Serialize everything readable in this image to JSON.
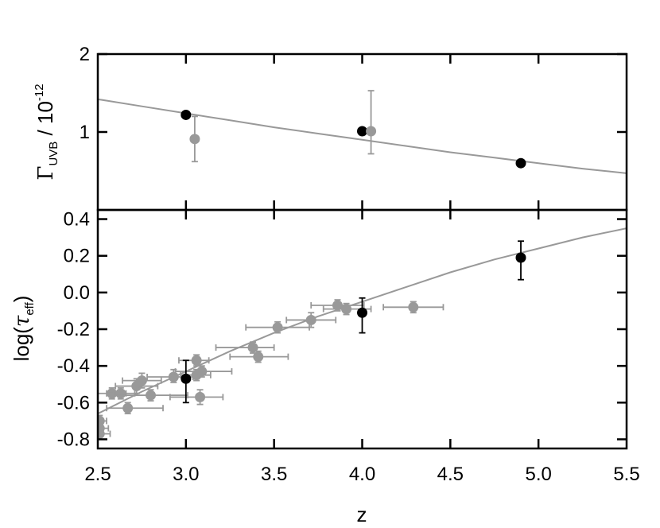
{
  "chart_data": [
    {
      "panel": "top",
      "type": "scatter",
      "ylabel": {
        "symbol": "Γ",
        "subscript": "UVB",
        "rest": " / 10",
        "exponent": "-12"
      },
      "xlim": [
        2.5,
        5.5
      ],
      "ylim": [
        0.0,
        2.0
      ],
      "y_ticks": [
        1,
        2
      ],
      "y_tick_labels": [
        "1",
        "2"
      ],
      "model_curve": {
        "color": "#999999",
        "x": [
          2.5,
          2.75,
          3.0,
          3.25,
          3.5,
          3.75,
          4.0,
          4.25,
          4.5,
          4.75,
          5.0,
          5.25,
          5.5
        ],
        "y": [
          1.42,
          1.33,
          1.24,
          1.15,
          1.06,
          0.98,
          0.9,
          0.82,
          0.74,
          0.67,
          0.6,
          0.53,
          0.47
        ]
      },
      "series": [
        {
          "color": "#000000",
          "points": [
            {
              "x": 3.0,
              "y": 1.22
            },
            {
              "x": 4.0,
              "y": 1.01
            },
            {
              "x": 4.9,
              "y": 0.6
            }
          ]
        },
        {
          "color": "#999999",
          "points": [
            {
              "x": 3.05,
              "y": 0.91,
              "ylo": 0.62,
              "yhi": 1.2
            },
            {
              "x": 4.05,
              "y": 1.01,
              "ylo": 0.72,
              "yhi": 1.53
            }
          ]
        }
      ]
    },
    {
      "panel": "bottom",
      "type": "scatter",
      "xlabel": "z",
      "ylabel": {
        "prefix": "log(",
        "symbol": "τ",
        "subscript": "eff",
        "suffix": ")"
      },
      "xlim": [
        2.5,
        5.5
      ],
      "ylim": [
        -0.85,
        0.45
      ],
      "x_ticks": [
        2.5,
        3.0,
        3.5,
        4.0,
        4.5,
        5.0,
        5.5
      ],
      "x_tick_labels": [
        "2.5",
        "3.0",
        "3.5",
        "4.0",
        "4.5",
        "5.0",
        "5.5"
      ],
      "y_ticks": [
        0.4,
        0.2,
        0.0,
        -0.2,
        -0.4,
        -0.6,
        -0.8
      ],
      "y_tick_labels": [
        "0.4",
        "0.2",
        "0.0",
        "-0.2",
        "-0.4",
        "-0.6",
        "-0.8"
      ],
      "model_curve": {
        "color": "#999999",
        "x": [
          2.5,
          2.75,
          3.0,
          3.25,
          3.5,
          3.75,
          4.0,
          4.25,
          4.5,
          4.75,
          5.0,
          5.25,
          5.5
        ],
        "y": [
          -0.66,
          -0.54,
          -0.43,
          -0.32,
          -0.22,
          -0.13,
          -0.05,
          0.03,
          0.11,
          0.18,
          0.24,
          0.3,
          0.35
        ]
      },
      "series": [
        {
          "color": "#999999",
          "points": [
            {
              "x": 2.51,
              "y": -0.7,
              "xlo": 2.5,
              "xhi": 2.55,
              "ylo": -0.73,
              "yhi": -0.67
            },
            {
              "x": 2.51,
              "y": -0.74,
              "xlo": 2.5,
              "xhi": 2.56,
              "ylo": -0.77,
              "yhi": -0.71
            },
            {
              "x": 2.51,
              "y": -0.77,
              "xlo": 2.5,
              "xhi": 2.57,
              "ylo": -0.8,
              "yhi": -0.74
            },
            {
              "x": 2.58,
              "y": -0.55,
              "xlo": 2.5,
              "xhi": 2.66,
              "ylo": -0.58,
              "yhi": -0.52
            },
            {
              "x": 2.63,
              "y": -0.55,
              "xlo": 2.55,
              "xhi": 2.71,
              "ylo": -0.58,
              "yhi": -0.52
            },
            {
              "x": 2.67,
              "y": -0.63,
              "xlo": 2.55,
              "xhi": 2.87,
              "ylo": -0.66,
              "yhi": -0.6
            },
            {
              "x": 2.72,
              "y": -0.51,
              "xlo": 2.6,
              "xhi": 2.84,
              "ylo": -0.55,
              "yhi": -0.47
            },
            {
              "x": 2.75,
              "y": -0.48,
              "xlo": 2.64,
              "xhi": 2.86,
              "ylo": -0.52,
              "yhi": -0.44
            },
            {
              "x": 2.8,
              "y": -0.56,
              "xlo": 2.59,
              "xhi": 3.01,
              "ylo": -0.59,
              "yhi": -0.53
            },
            {
              "x": 2.93,
              "y": -0.46,
              "xlo": 2.78,
              "xhi": 3.04,
              "ylo": -0.49,
              "yhi": -0.42
            },
            {
              "x": 3.06,
              "y": -0.37,
              "xlo": 2.96,
              "xhi": 3.13,
              "ylo": -0.4,
              "yhi": -0.34
            },
            {
              "x": 3.06,
              "y": -0.45,
              "xlo": 2.97,
              "xhi": 3.14,
              "ylo": -0.48,
              "yhi": -0.42
            },
            {
              "x": 3.09,
              "y": -0.43,
              "xlo": 2.94,
              "xhi": 3.26,
              "ylo": -0.46,
              "yhi": -0.4
            },
            {
              "x": 3.08,
              "y": -0.57,
              "xlo": 2.91,
              "xhi": 3.21,
              "ylo": -0.61,
              "yhi": -0.53
            },
            {
              "x": 3.38,
              "y": -0.3,
              "xlo": 3.17,
              "xhi": 3.5,
              "ylo": -0.33,
              "yhi": -0.27
            },
            {
              "x": 3.41,
              "y": -0.35,
              "xlo": 3.25,
              "xhi": 3.58,
              "ylo": -0.38,
              "yhi": -0.32
            },
            {
              "x": 3.52,
              "y": -0.19,
              "xlo": 3.34,
              "xhi": 3.7,
              "ylo": -0.22,
              "yhi": -0.16
            },
            {
              "x": 3.71,
              "y": -0.15,
              "xlo": 3.57,
              "xhi": 3.85,
              "ylo": -0.19,
              "yhi": -0.11
            },
            {
              "x": 3.86,
              "y": -0.07,
              "xlo": 3.71,
              "xhi": 4.01,
              "ylo": -0.1,
              "yhi": -0.04
            },
            {
              "x": 3.91,
              "y": -0.09,
              "xlo": 3.78,
              "xhi": 4.05,
              "ylo": -0.12,
              "yhi": -0.06
            },
            {
              "x": 4.29,
              "y": -0.08,
              "xlo": 4.12,
              "xhi": 4.46,
              "ylo": -0.11,
              "yhi": -0.05
            }
          ]
        },
        {
          "color": "#000000",
          "points": [
            {
              "x": 3.0,
              "y": -0.47,
              "ylo": -0.6,
              "yhi": -0.37
            },
            {
              "x": 4.0,
              "y": -0.11,
              "ylo": -0.22,
              "yhi": -0.03
            },
            {
              "x": 4.9,
              "y": 0.19,
              "ylo": 0.07,
              "yhi": 0.28
            }
          ]
        }
      ]
    }
  ]
}
